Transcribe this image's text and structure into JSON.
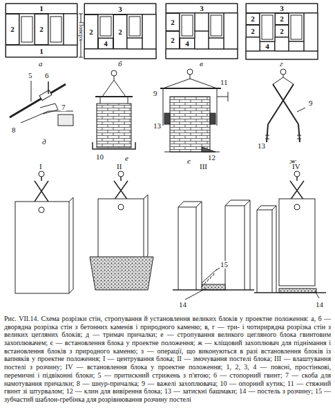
{
  "diagram": {
    "caption": "Рис. VII.14. Схема розрізки стін, стропування й установлення великих блоків у проектне положення: а, б — дворядна розрізка стін з бетонних каменів і природного каменю; в, г — три- і чотирирядна розрізка стін з великих цегляних блоків; д — тримач причалки; е — стропування великого цегляного блока гвинтовим захоплювачем; є — встановлення блока у проектне положення; ж — кліщовий захоплювач для піднімання і встановлення блоків з природного каменю; з — операції, що виконуються в разі встановлення блоків із вапняків у проектне положення; I — центрування блока; II — змочування постелі блока; III — влаштування постелі з розчину; IV — встановлення блока у проектне положення; 1, 2, 3, 4 — поясні, простінкові, перемичні і підвіконні блоки; 5 — притискний стрижень з п'ятою; 6 — стопорний гвинт; 7 — скоба для намотування причалки; 8 — шнур-причалка; 9 — важелі захоплювача; 10 — опорний кутик; 11 — стяжний гвинт зі штурвалом; 12 — клин для вивірення блока; 13 — затискні башмаки; 14 — постель з розчину; 15 — зубчастий шаблон-гребінка для розрівнювання розчину постелі",
    "nodes": [
      {
        "text": [
          "1"
        ]
      },
      {
        "text": [
          "2"
        ]
      },
      {
        "text": [
          "2"
        ]
      },
      {
        "text": [
          "1"
        ]
      },
      {
        "text": [
          "3"
        ]
      },
      {
        "text": [
          "2"
        ]
      },
      {
        "text": [
          "2"
        ]
      },
      {
        "text": [
          "4"
        ]
      },
      {
        "text": [
          "3"
        ]
      },
      {
        "text": [
          "2"
        ]
      },
      {
        "text": [
          "2"
        ]
      },
      {
        "text": [
          "4"
        ]
      },
      {
        "text": [
          "3"
        ]
      },
      {
        "text": [
          "2"
        ]
      },
      {
        "text": [
          "2"
        ]
      },
      {
        "text": [
          "2"
        ]
      },
      {
        "text": [
          "2"
        ]
      },
      {
        "text": [
          "4"
        ]
      }
    ],
    "labels": [
      "Поверх",
      "а",
      "б",
      "в",
      "г",
      "5",
      "6",
      "7",
      "8",
      "д",
      "10",
      "е",
      "9",
      "11",
      "13",
      "12",
      "є",
      "9",
      "13",
      "ж",
      "I",
      "II",
      "III",
      "IV",
      "15",
      "14",
      "14"
    ]
  }
}
